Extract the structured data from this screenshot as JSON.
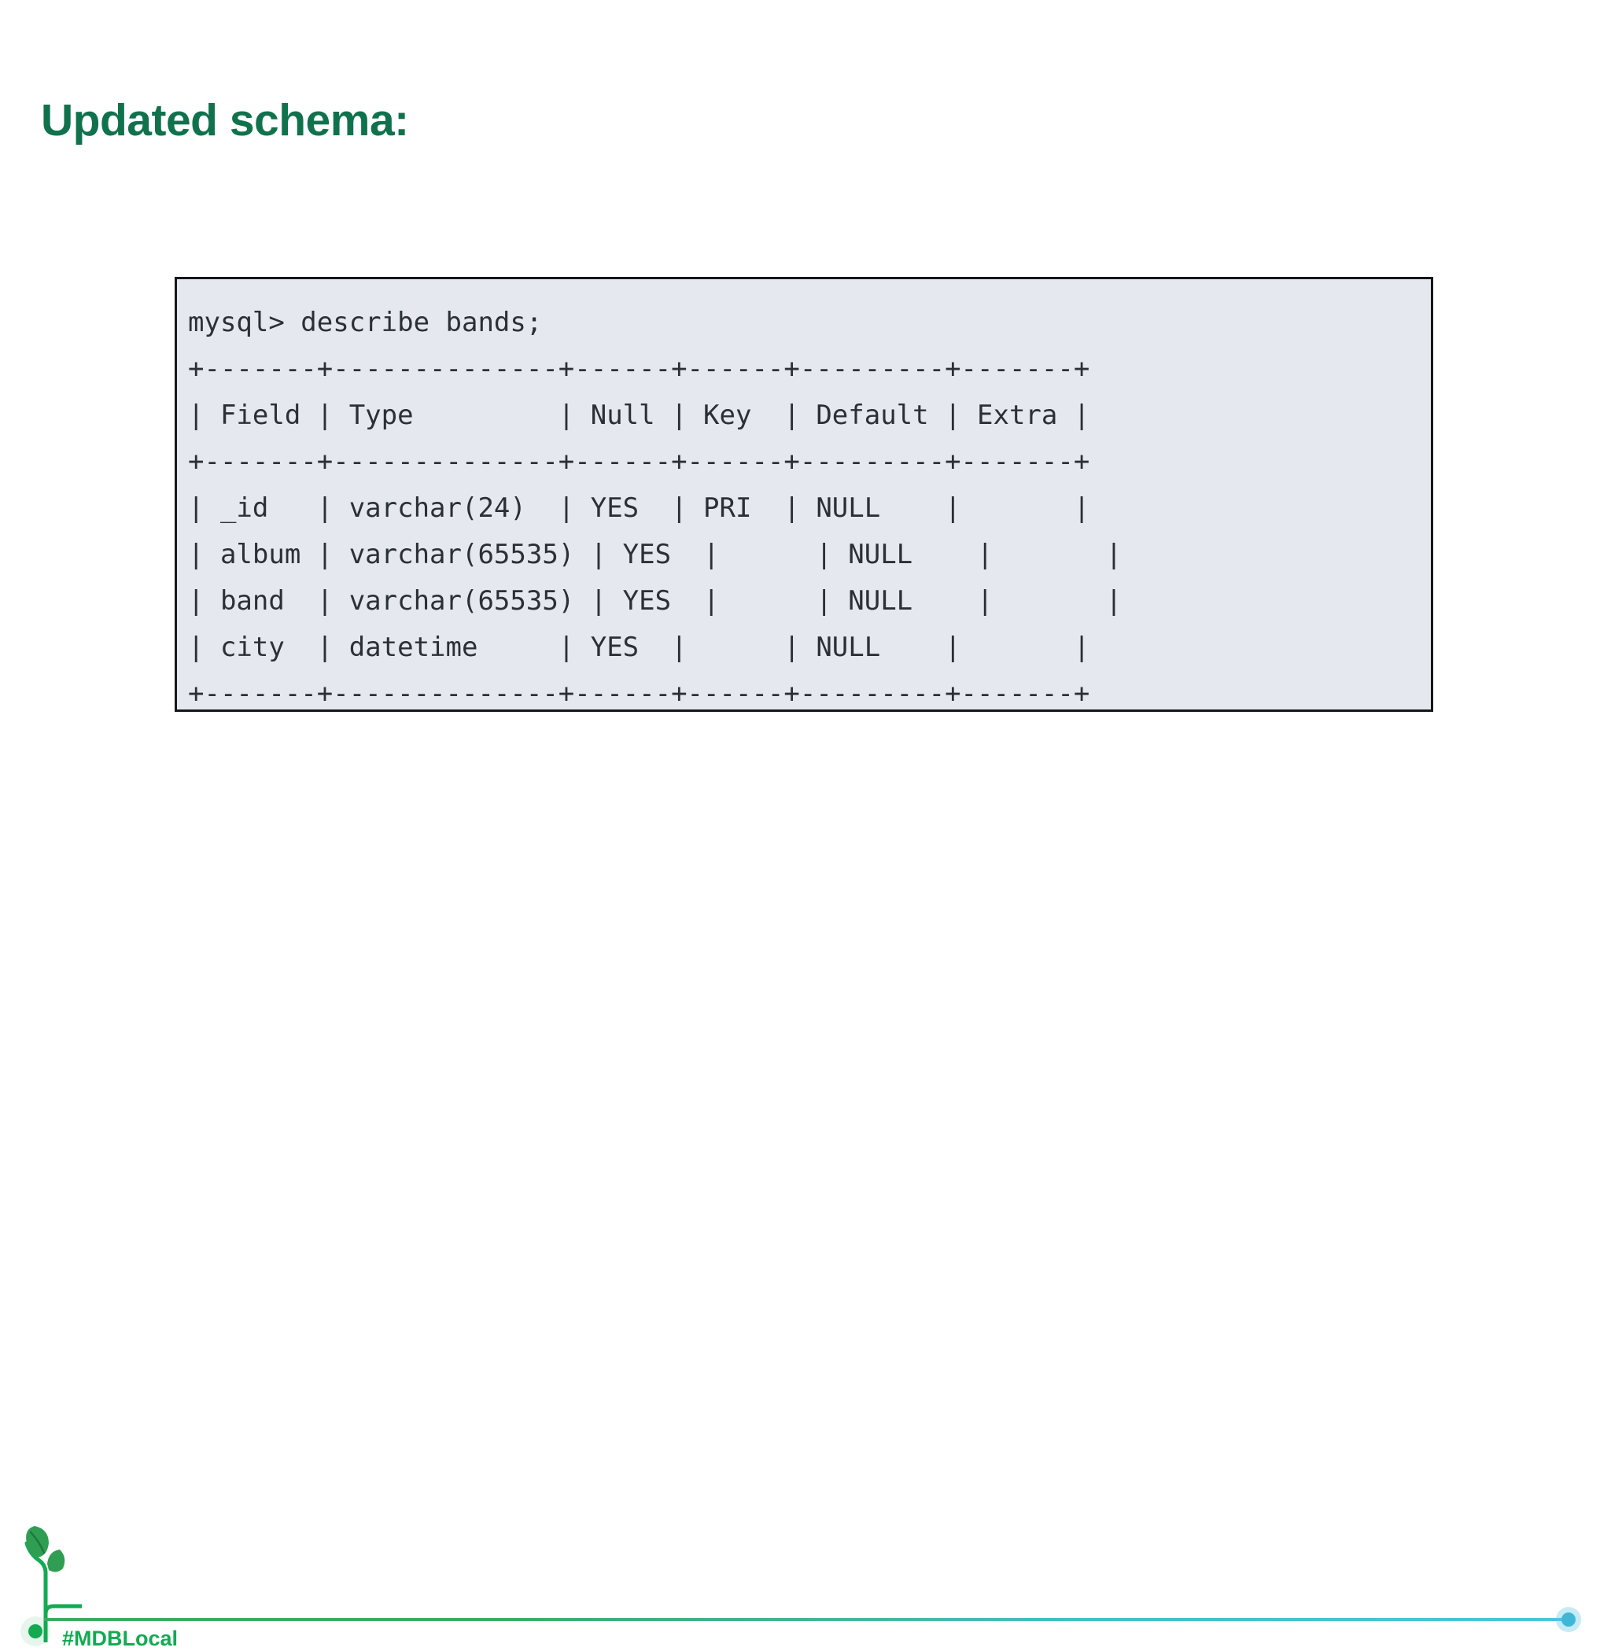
{
  "slide": {
    "title": "Updated schema:",
    "title_color": "#10724d",
    "background": "#ffffff"
  },
  "terminal": {
    "background": "#e5e9ef",
    "border_color": "#14161a",
    "text_color": "#2b3038",
    "prompt": "mysql>",
    "command": "describe bands;",
    "prompt_line": "mysql> describe bands;",
    "separator": "+-------+--------------+------+------+---------+-------+",
    "header_line": "| Field | Type         | Null | Key  | Default | Extra |",
    "columns": [
      "Field",
      "Type",
      "Null",
      "Key",
      "Default",
      "Extra"
    ],
    "rows": [
      {
        "line": "| _id   | varchar(24)  | YES  | PRI  | NULL    |       |",
        "Field": "_id",
        "Type": "varchar(24)",
        "Null": "YES",
        "Key": "PRI",
        "Default": "NULL",
        "Extra": ""
      },
      {
        "line": "| album | varchar(65535) | YES  |      | NULL    |       |",
        "Field": "album",
        "Type": "varchar(65535)",
        "Null": "YES",
        "Key": "",
        "Default": "NULL",
        "Extra": ""
      },
      {
        "line": "| band  | varchar(65535) | YES  |      | NULL    |       |",
        "Field": "band",
        "Type": "varchar(65535)",
        "Null": "YES",
        "Key": "",
        "Default": "NULL",
        "Extra": ""
      },
      {
        "line": "| city  | datetime     | YES  |      | NULL    |       |",
        "Field": "city",
        "Type": "datetime",
        "Null": "YES",
        "Key": "",
        "Default": "NULL",
        "Extra": ""
      }
    ],
    "lines": [
      "mysql> describe bands;",
      "+-------+--------------+------+------+---------+-------+",
      "| Field | Type         | Null | Key  | Default | Extra |",
      "+-------+--------------+------+------+---------+-------+",
      "| _id   | varchar(24)  | YES  | PRI  | NULL    |       |",
      "| album | varchar(65535) | YES  |      | NULL    |       |",
      "| band  | varchar(65535) | YES  |      | NULL    |       |",
      "| city  | datetime     | YES  |      | NULL    |       |",
      "+-------+--------------+------+------+---------+-------+"
    ]
  },
  "footer": {
    "hashtag": "#MDBLocal",
    "brand_green": "#13aa52",
    "accent_cyan": "#3eb8d6",
    "sprout_icon": "sprout-icon"
  }
}
